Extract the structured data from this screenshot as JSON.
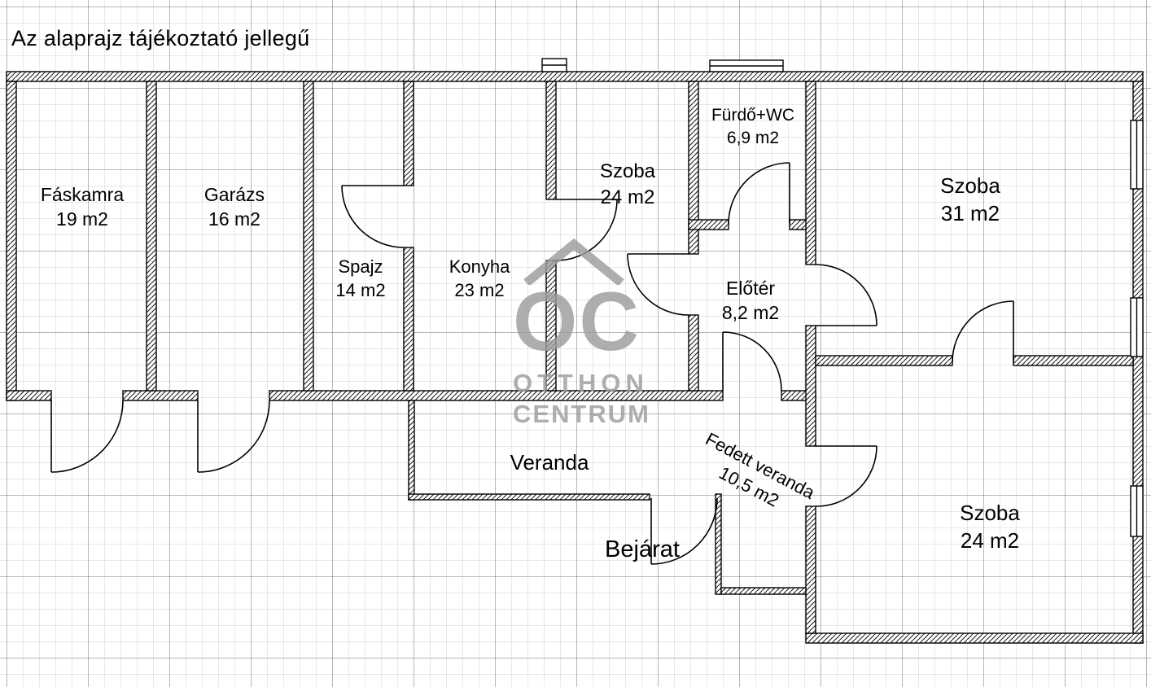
{
  "title": "Az alaprajz tájékoztató jellegű",
  "watermark": {
    "logo": "OC",
    "line1": "OTTHON",
    "line2": "CENTRUM"
  },
  "entrance": {
    "label": "Bejárat"
  },
  "rooms": [
    {
      "name": "Fáskamra",
      "area": "19 m2"
    },
    {
      "name": "Garázs",
      "area": "16 m2"
    },
    {
      "name": "Spajz",
      "area": "14 m2"
    },
    {
      "name": "Konyha",
      "area": "23 m2"
    },
    {
      "name": "Szoba",
      "area": "24 m2"
    },
    {
      "name": "Fürdő+WC",
      "area": "6,9 m2"
    },
    {
      "name": "Előtér",
      "area": "8,2 m2"
    },
    {
      "name": "Szoba",
      "area": "31 m2"
    },
    {
      "name": "Veranda",
      "area": ""
    },
    {
      "name": "Fedett veranda",
      "area": "10,5 m2"
    },
    {
      "name": "Szoba",
      "area": "24 m2"
    }
  ],
  "colors": {
    "wall": "#000000",
    "grid_minor": "#dcdce2",
    "grid_major": "#b0b0ba",
    "watermark": "#9d9d9d",
    "text": "#000000",
    "background": "#ffffff"
  }
}
